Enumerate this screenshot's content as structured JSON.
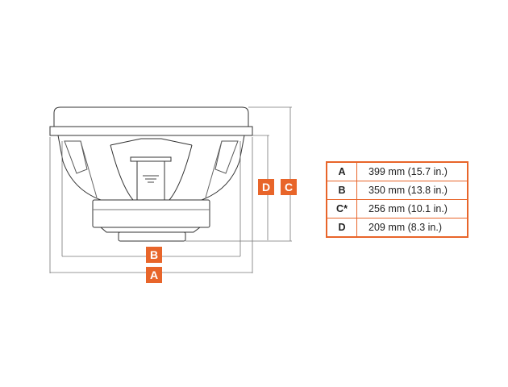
{
  "accent_color": "#e8652a",
  "labels": {
    "a": "A",
    "b": "B",
    "c": "C",
    "d": "D"
  },
  "dimensions": [
    {
      "key": "A",
      "value": "399 mm (15.7 in.)"
    },
    {
      "key": "B",
      "value": "350 mm (13.8 in.)"
    },
    {
      "key": "C*",
      "value": "256 mm (10.1 in.)"
    },
    {
      "key": "D",
      "value": "209 mm (8.3 in.)"
    }
  ]
}
